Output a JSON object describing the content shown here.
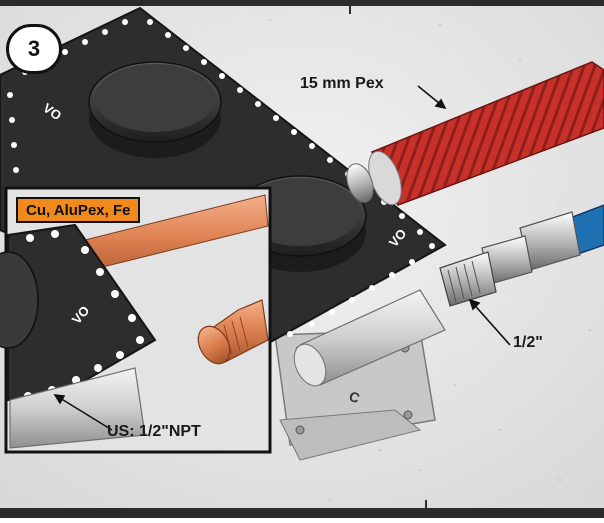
{
  "step": {
    "number": "3"
  },
  "inset": {
    "materials_label": "Cu, AluPex, Fe"
  },
  "callouts": {
    "pex_label": "15 mm Pex",
    "fitting_label": "1/2\"",
    "thread_label": "US: 1/2\"NPT"
  },
  "plate_markings": {
    "mark_a": "VO",
    "mark_b": "C"
  },
  "colors": {
    "pex_pipe": "#c8312a",
    "blue_pipe": "#1f6fb3",
    "copper_pipe": "#e0875a",
    "plate": "#2d2d2d",
    "tag_background": "#f08a1d"
  }
}
